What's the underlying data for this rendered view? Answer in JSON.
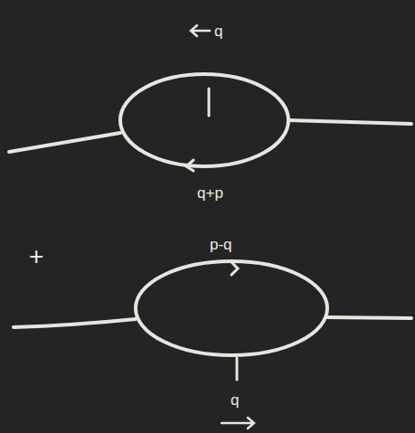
{
  "diagram": {
    "labels": [
      "q",
      "q+p",
      "+",
      "p-q",
      "q"
    ]
  }
}
